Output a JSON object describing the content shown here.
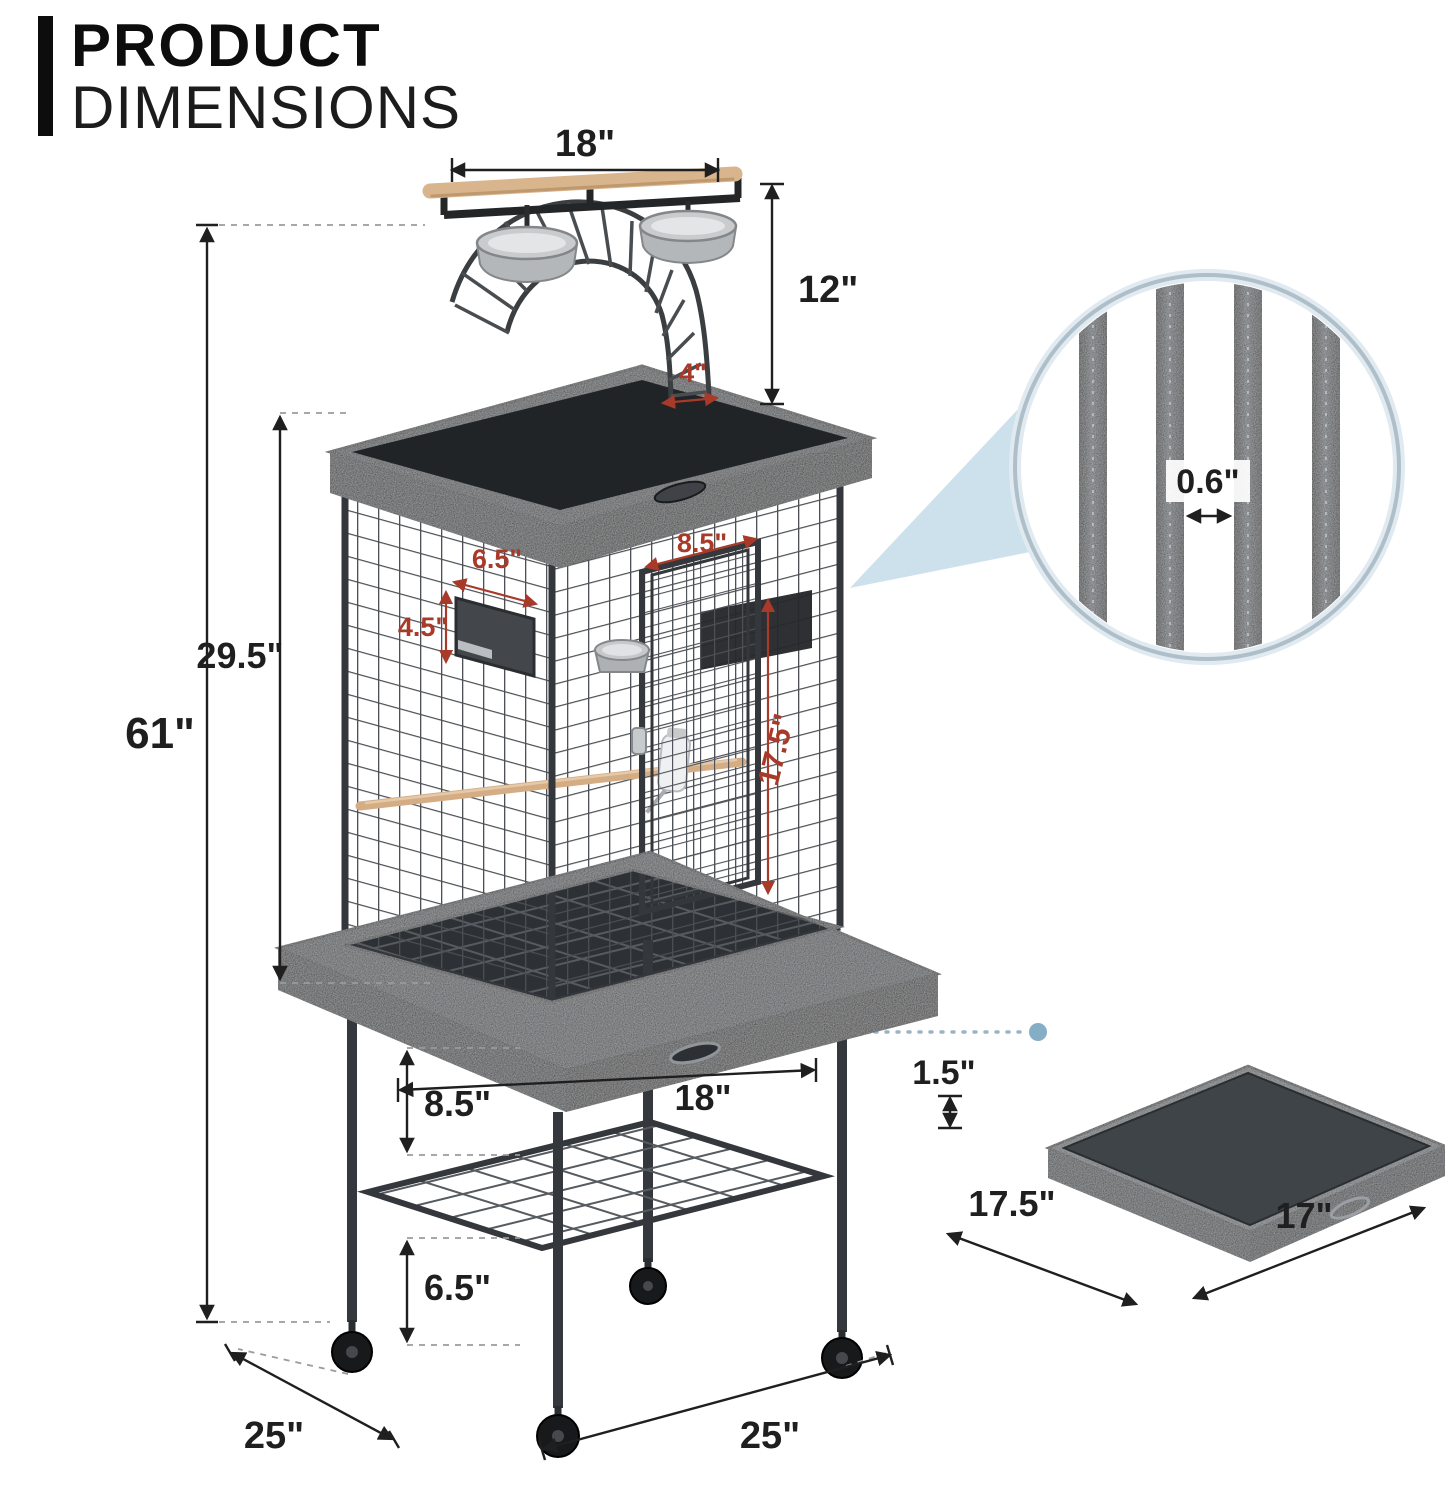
{
  "title": {
    "line1": "PRODUCT",
    "line2": "DIMENSIONS"
  },
  "annotations": {
    "perch_width": "18\"",
    "playtop_height": "12\"",
    "arch_ramp_width": "4\"",
    "total_height": "61\"",
    "cage_height": "29.5\"",
    "window_width": "6.5\"",
    "window_height": "4.5\"",
    "door_width": "8.5\"",
    "door_height": "17.5\"",
    "bar_spacing": "0.6\"",
    "base_width": "18\"",
    "stand_upper_height": "8.5\"",
    "stand_lower_height": "6.5\"",
    "footprint_depth": "25\"",
    "footprint_width": "25\"",
    "tray_height": "1.5\"",
    "tray_depth": "17.5\"",
    "tray_width": "17\""
  },
  "colors": {
    "dimension_black": "#1f1f1f",
    "dimension_red": "#a83a2a",
    "cage_metal": "#36393d",
    "tray_gray": "#4a4f54",
    "accent_blue": "#cde1ed",
    "connector_dot_blue": "#85aec6",
    "wood_perch": "#d8b58d"
  }
}
